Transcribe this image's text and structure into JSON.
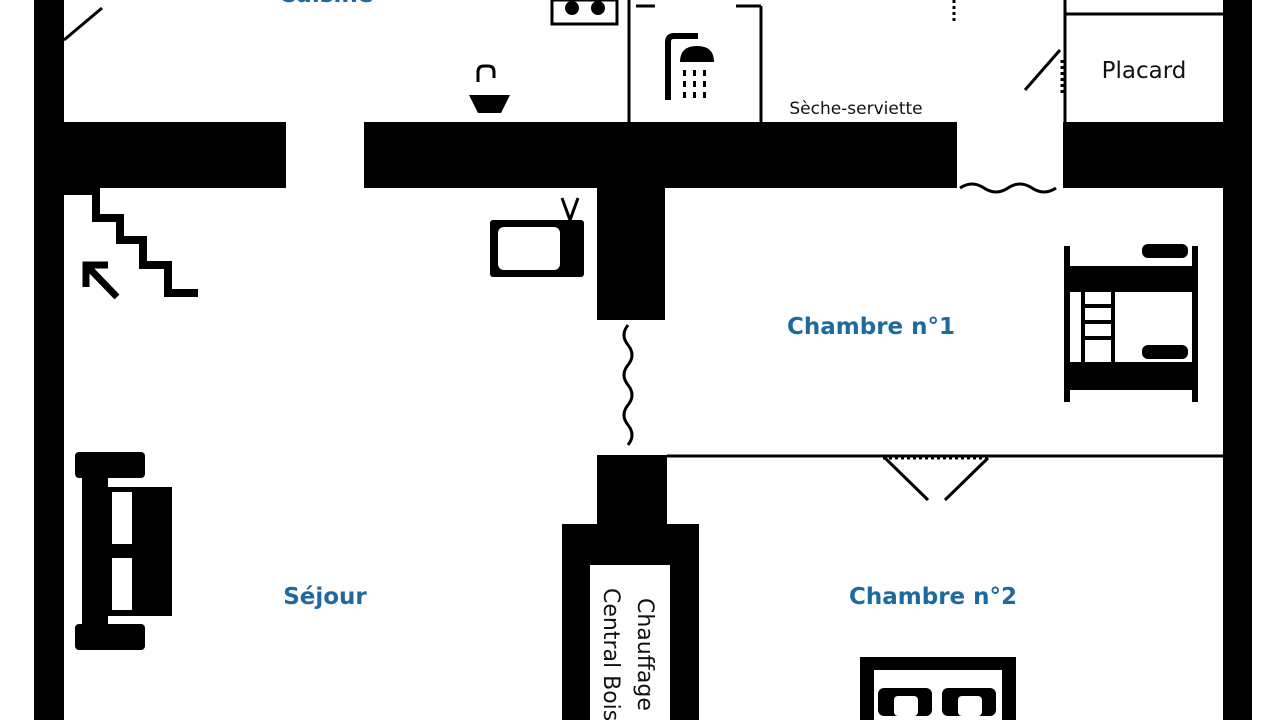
{
  "plan": {
    "rooms": {
      "cuisine": "Cuisine",
      "sejour": "Séjour",
      "chambre1": "Chambre n°1",
      "chambre2": "Chambre n°2"
    },
    "labels": {
      "seche_serviette": "Sèche-serviette",
      "placard": "Placard",
      "chauffage_line1": "Chauffage",
      "chauffage_line2": "Central Bois"
    },
    "icons": [
      "stairs-icon",
      "arrow-icon",
      "tv-icon",
      "sink-icon",
      "stove-icon",
      "shower-icon",
      "bunk-bed-icon",
      "double-bed-icon",
      "sofa-icon"
    ]
  },
  "colors": {
    "wall": "#000000",
    "room_label": "#1e6a9e",
    "background": "#ffffff"
  }
}
